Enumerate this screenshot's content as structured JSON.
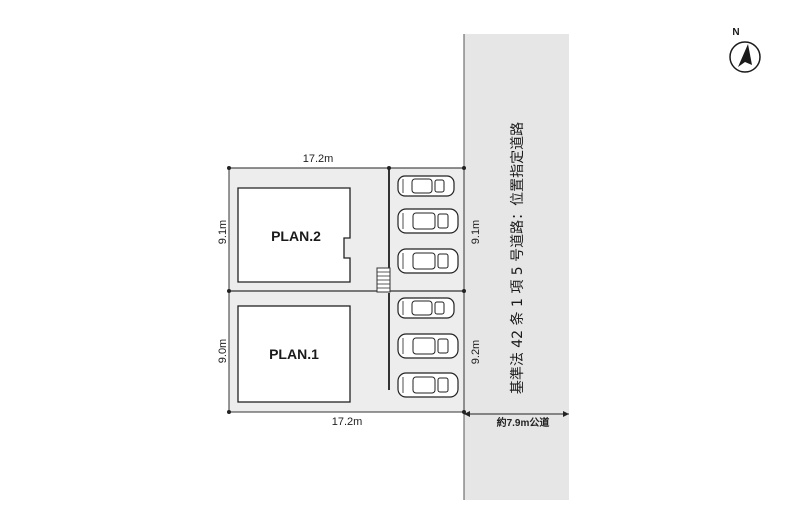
{
  "site": {
    "top_width": "17.2m",
    "bottom_width": "17.2m",
    "lot2_depth_left": "9.1m",
    "lot1_depth_left": "9.0m",
    "lot2_depth_right": "9.1m",
    "lot1_depth_right": "9.2m"
  },
  "plans": [
    {
      "label": "PLAN.2"
    },
    {
      "label": "PLAN.1"
    }
  ],
  "road": {
    "designation": "基準法 42 条 1 項 5 号道路：位置指定道路",
    "public_road": "約7.9m公道"
  },
  "compass": {
    "label": "N"
  },
  "parking": {
    "cars_per_lot": 3
  },
  "colors": {
    "road": "#e6e6e6",
    "lot": "#ededed",
    "building": "#ffffff",
    "line": "#222222"
  }
}
